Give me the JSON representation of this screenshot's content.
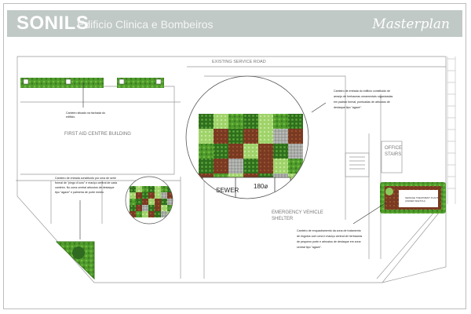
{
  "header": {
    "brand": "SONILS",
    "subtitle": "Edificio Clinica e Bombeiros",
    "section": "Masterplan"
  },
  "plan_labels": {
    "road": "EXISTING SERVICE ROAD",
    "first_aid": "FIRST AID CENTRE BUILDING",
    "office_stairs_1": "OFFICE",
    "office_stairs_2": "STAIRS",
    "sewer": "SEWER",
    "pipe": "180ø",
    "shelter_1": "EMERGENCY VEHICLE",
    "shelter_2": "SHELTER",
    "planter_label_1": "SEWAGE TREATMENT PLANT",
    "planter_label_2": "(UNDER SKETCH)"
  },
  "annotations": {
    "note_top_left": [
      "Canteiro situado na fachada do",
      "edificio."
    ],
    "note_top_right": [
      "Canteiro de entrada do edificio constituido de",
      "arranjo de herbaceas ornamentais organizadas",
      "em padrao formal, pontuadas de arbustos de",
      "destaque tipo \"agave\"."
    ],
    "note_left": [
      "Canteiro de entrada constituido por uma de serie",
      "formal de \"pingo d'ouro\" e maciço central de cada",
      "canteiro. No zona central arbustos de destaque",
      "tipo \"agave\" e palmeira de porte medio."
    ],
    "note_right": [
      "Canteiro de enquadramento da zona de tratamento",
      "de esgotos com uma b maciço central de herbaceas",
      "de pequeno porte e arbustos de destaque em zona",
      "central tipo \"agave\"."
    ]
  }
}
